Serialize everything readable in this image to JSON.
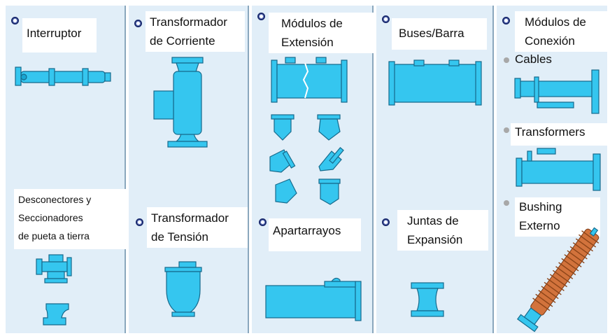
{
  "columns": [
    {
      "sections": [
        {
          "label": [
            "Interruptor"
          ]
        },
        {
          "label": [
            "Desconectores y",
            "Seccionadores",
            "de pueta a tierra"
          ]
        }
      ]
    },
    {
      "sections": [
        {
          "label": [
            "Transformador",
            "de Corriente"
          ]
        },
        {
          "label": [
            "Transformador",
            "de Tensión"
          ]
        }
      ]
    },
    {
      "sections": [
        {
          "label": [
            "Módulos de",
            "Extensión"
          ]
        },
        {
          "label": [
            "Apartarrayos"
          ]
        }
      ]
    },
    {
      "sections": [
        {
          "label": [
            "Buses/Barra"
          ]
        },
        {
          "label": [
            "Juntas de",
            "Expansión"
          ]
        }
      ]
    },
    {
      "sections": [
        {
          "label": [
            "Módulos de",
            "Conexión"
          ]
        },
        {
          "sub": "Cables"
        },
        {
          "sub": "Transformers"
        },
        {
          "sub": [
            "Bushing",
            "Externo"
          ]
        }
      ]
    }
  ],
  "colors": {
    "panel": "#e1eef8",
    "component": "#35c6ef",
    "component_outline": "#166a8c",
    "bushing": "#d2733c"
  },
  "icons": [
    "bullet-ring-icon",
    "gray-dot-icon"
  ]
}
